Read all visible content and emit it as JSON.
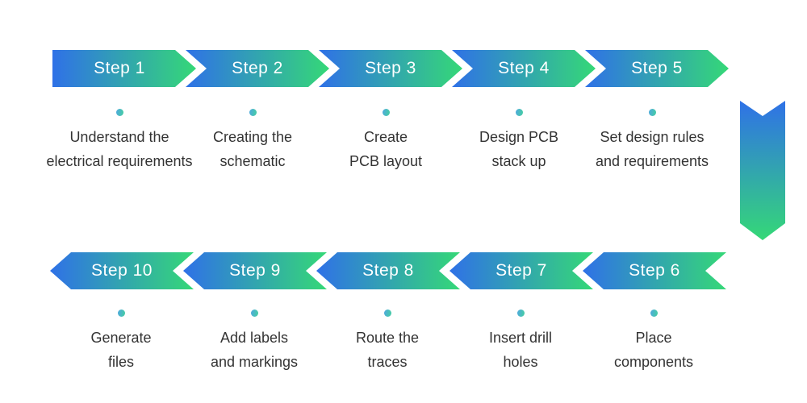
{
  "palette": {
    "background": "#FFFFFF",
    "chevron_blue": "#2F71E7",
    "chevron_green": "#35D877",
    "step_label_text": "#FFFFFF",
    "description_text": "#333333",
    "dot_gradient_start": "#4FA8E0",
    "dot_gradient_end": "#45CFA0"
  },
  "rows": [
    {
      "direction": "right",
      "steps": [
        {
          "label": "Step 1",
          "description_line1": "Understand the",
          "description_line2": "electrical requirements"
        },
        {
          "label": "Step 2",
          "description_line1": "Creating the",
          "description_line2": "schematic"
        },
        {
          "label": "Step 3",
          "description_line1": "Create",
          "description_line2": "PCB layout"
        },
        {
          "label": "Step 4",
          "description_line1": "Design PCB",
          "description_line2": "stack up"
        },
        {
          "label": "Step 5",
          "description_line1": "Set design rules",
          "description_line2": "and requirements"
        }
      ]
    },
    {
      "direction": "left",
      "steps": [
        {
          "label": "Step 10",
          "description_line1": "Generate",
          "description_line2": "files"
        },
        {
          "label": "Step 9",
          "description_line1": "Add labels",
          "description_line2": "and markings"
        },
        {
          "label": "Step 8",
          "description_line1": "Route the",
          "description_line2": "traces"
        },
        {
          "label": "Step 7",
          "description_line1": "Insert drill",
          "description_line2": "holes"
        },
        {
          "label": "Step 6",
          "description_line1": "Place",
          "description_line2": "components"
        }
      ]
    }
  ],
  "connector": {
    "icon": "down-arrow"
  }
}
